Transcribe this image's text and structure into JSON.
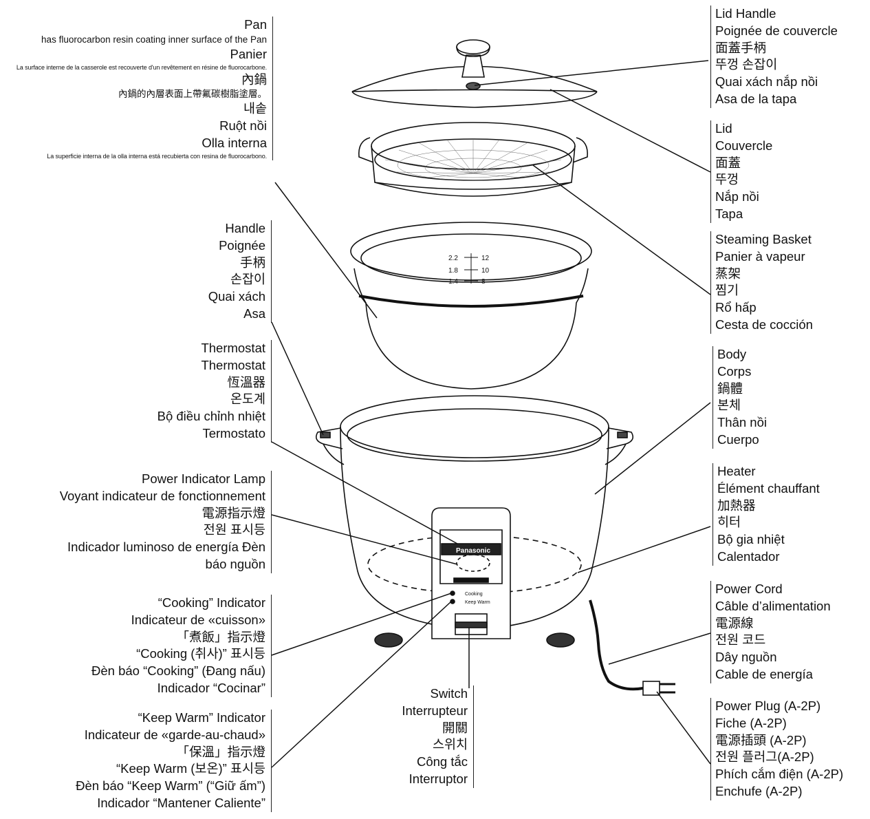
{
  "labels": {
    "pan": {
      "lines": [
        "Pan",
        "has fluorocarbon resin coating inner surface of the Pan",
        "Panier",
        "La surface interne de la casserole est recouverte d'un revêtement en résine de fluorocarbone.",
        "內鍋",
        "內鍋的內層表面上帶氟碳樹脂塗層。",
        "내솥",
        "Ruột nồi",
        "Olla interna",
        "La superficie interna de la olla interna está recubierta con resina de fluorocarbono."
      ]
    },
    "handle": {
      "lines": [
        "Handle",
        "Poignée",
        "手柄",
        "손잡이",
        "Quai xách",
        "Asa"
      ]
    },
    "thermostat": {
      "lines": [
        "Thermostat",
        "Thermostat",
        "恆溫器",
        "온도계",
        "Bộ điều chỉnh nhiệt",
        "Termostato"
      ]
    },
    "power_lamp": {
      "lines": [
        "Power Indicator Lamp",
        "Voyant indicateur de fonctionnement",
        "電源指示燈",
        "전원 표시등",
        "Indicador luminoso de energía Đèn",
        "báo nguồn"
      ]
    },
    "cooking": {
      "lines": [
        "“Cooking” Indicator",
        "Indicateur de «cuisson»",
        "「煮飯」指示燈",
        "“Cooking (취사)” 표시등",
        "Đèn báo “Cooking” (Đang nấu)",
        "Indicador “Cocinar”"
      ]
    },
    "keep_warm": {
      "lines": [
        "“Keep Warm” Indicator",
        "Indicateur de «garde-au-chaud»",
        "「保溫」指示燈",
        "“Keep Warm (보온)” 표시등",
        "Đèn báo “Keep Warm” (“Giữ ấm”)",
        "Indicador “Mantener Caliente”"
      ]
    },
    "switch": {
      "lines": [
        "Switch",
        "Interrupteur",
        "開關",
        "스위치",
        "Công tắc",
        "Interruptor"
      ]
    },
    "lid_handle": {
      "lines": [
        "Lid Handle",
        "Poignée de couvercle",
        "面蓋手柄",
        "뚜껑 손잡이",
        "Quai xách nắp nồi",
        "Asa de la tapa"
      ]
    },
    "lid": {
      "lines": [
        "Lid",
        "Couvercle",
        "面蓋",
        "뚜껑",
        "Nắp nồi",
        "Tapa"
      ]
    },
    "steaming_basket": {
      "lines": [
        "Steaming Basket",
        "Panier à vapeur",
        "蒸架",
        "찜기",
        "Rổ hấp",
        "Cesta de cocción"
      ]
    },
    "body": {
      "lines": [
        "Body",
        "Corps",
        "鍋體",
        "본체",
        "Thân nồi",
        "Cuerpo"
      ]
    },
    "heater": {
      "lines": [
        "Heater",
        "Élément chauffant",
        "加熱器",
        "히터",
        "Bộ gia nhiệt",
        "Calentador"
      ]
    },
    "power_cord": {
      "lines": [
        "Power Cord",
        "Câble d’alimentation",
        "電源線",
        "전원 코드",
        "Dây nguồn",
        "Cable de energía"
      ]
    },
    "power_plug": {
      "lines": [
        "Power Plug (A-2P)",
        "Fiche (A-2P)",
        "電源插頭 (A-2P)",
        "전원 플러그(A-2P)",
        "Phích cắm điện (A-2P)",
        "Enchufe (A-2P)"
      ]
    }
  },
  "illustration": {
    "brand": "Panasonic",
    "panel_cooking": "Cooking",
    "panel_keep_warm": "Keep Warm",
    "scale_left": [
      "2.2",
      "1.8",
      "1.4"
    ],
    "scale_right": [
      "12",
      "10",
      "8"
    ]
  }
}
